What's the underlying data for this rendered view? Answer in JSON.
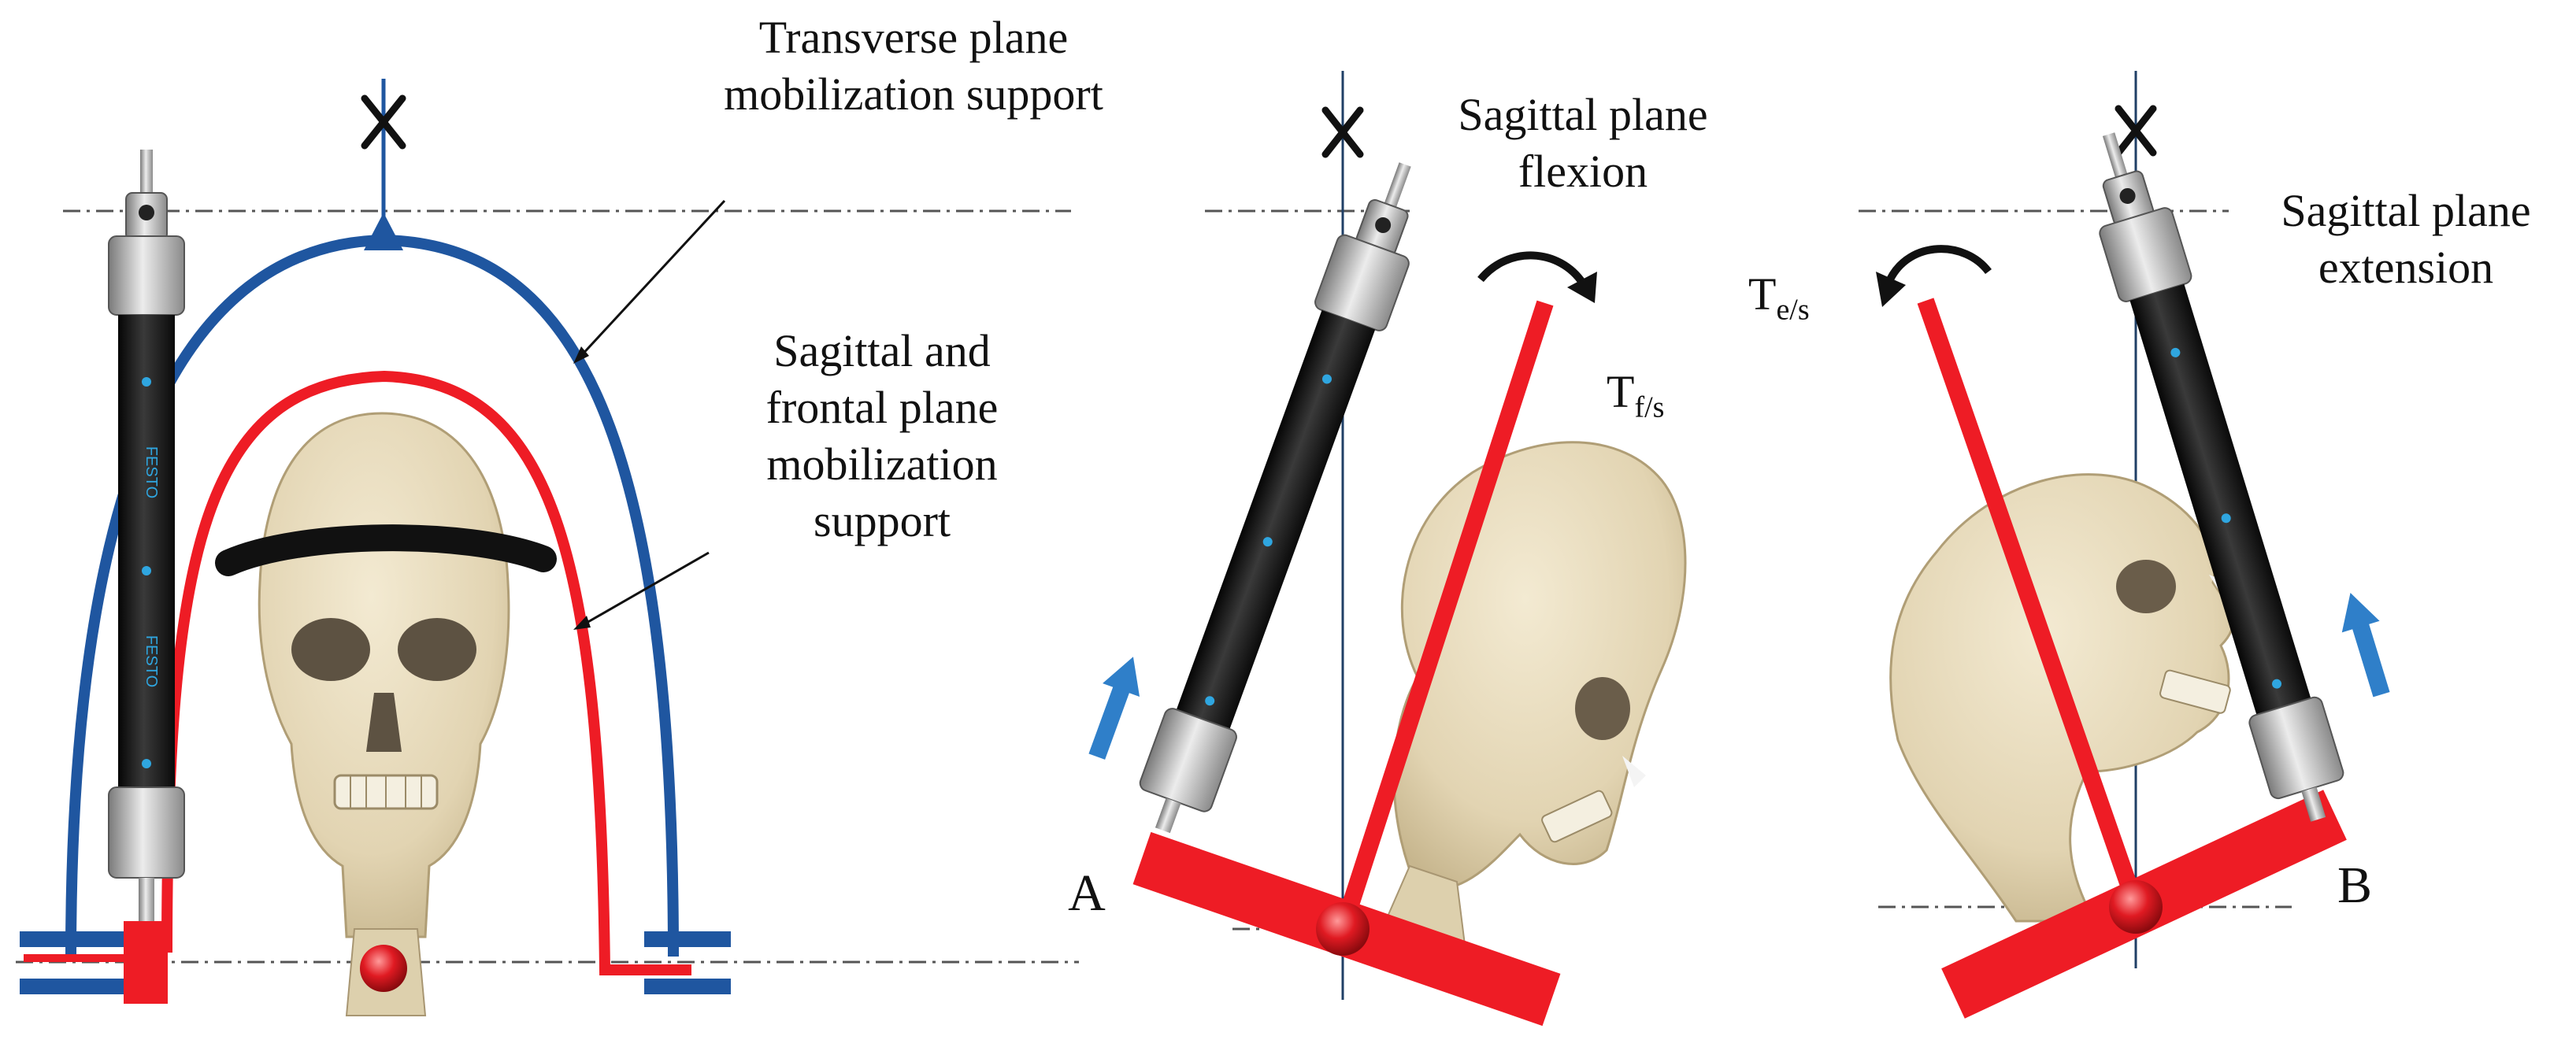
{
  "labels": {
    "transverse_line1": "Transverse  plane",
    "transverse_line2": "mobilization support",
    "sag_front_line1": "Sagittal and",
    "sag_front_line2": "frontal plane",
    "sag_front_line3": "mobilization",
    "sag_front_line4": "support",
    "flexion_line1": "Sagittal plane",
    "flexion_line2": "flexion",
    "extension_line1": "Sagittal plane",
    "extension_line2": "extension",
    "tfs_main": "T",
    "tfs_sub": "f/s",
    "tes_main": "T",
    "tes_sub": "e/s",
    "panel_a": "A",
    "panel_b": "B",
    "cylinder_brand": "FESTO"
  },
  "colors": {
    "red": "#ee1c25",
    "blue": "#1f56a0",
    "arrow_blue": "#2f7fc9",
    "black_band": "#111111",
    "skull": "#e8dcbf",
    "cylinder_body": "#1c1c1c",
    "metal": "#b9b9b9"
  }
}
